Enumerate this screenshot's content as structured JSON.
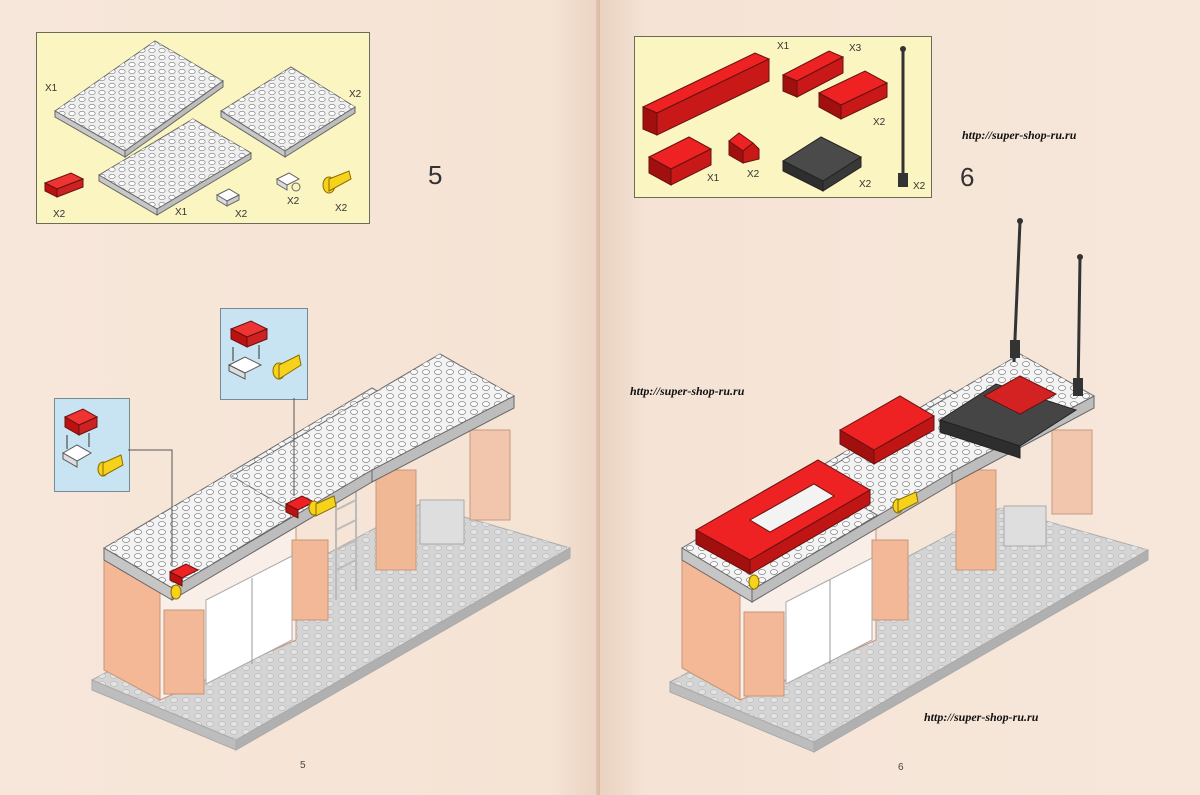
{
  "left_page": {
    "step_number": "5",
    "page_number": "5",
    "parts": [
      {
        "name": "grey plate 8x8 (top-left)",
        "qty": "X1"
      },
      {
        "name": "grey plate 8x8 (right)",
        "qty": "X2"
      },
      {
        "name": "grey plate 8x8 (bottom)",
        "qty": "X1"
      },
      {
        "name": "red brick 1x2",
        "qty": "X2"
      },
      {
        "name": "white tile 1x1",
        "qty": "X2"
      },
      {
        "name": "white clip plate",
        "qty": "X2"
      },
      {
        "name": "yellow horn",
        "qty": "X2"
      }
    ]
  },
  "right_page": {
    "step_number": "6",
    "page_number": "6",
    "parts": [
      {
        "name": "red brick 1x8",
        "qty": "X1"
      },
      {
        "name": "red brick 1x4",
        "qty": "X3"
      },
      {
        "name": "red slope 2x4",
        "qty": "X2"
      },
      {
        "name": "red brick 2x3",
        "qty": "X1"
      },
      {
        "name": "red slope 1x1",
        "qty": "X2"
      },
      {
        "name": "dark grey slope 3x4",
        "qty": "X2"
      },
      {
        "name": "black antenna",
        "qty": "X2"
      }
    ],
    "urls": [
      "http://super-shop-ru.ru",
      "http://super-shop-ru.ru",
      "http://super-shop-ru.ru"
    ]
  },
  "colors": {
    "paper": "#f6e6d8",
    "parts_bg": "#fbf5c1",
    "callout_bg": "#c8e4f2",
    "brick_red": "#d42222",
    "plate_grey": "#d9d9d9",
    "wall_peach": "#f3b998",
    "dark_grey": "#3c3c3c",
    "horn_yellow": "#f6d21b"
  }
}
